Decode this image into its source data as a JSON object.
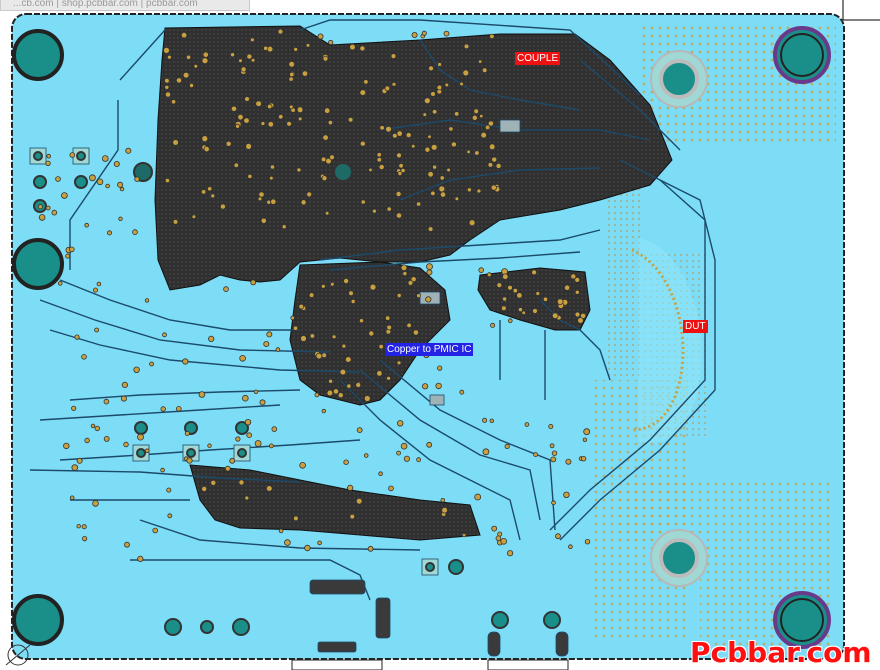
{
  "viewer": {
    "tooltip_text": "...cb.com | shop.pcbbar.com | pcbbar.com"
  },
  "board": {
    "labels": {
      "couple": "COUPLE",
      "dut": "DUT",
      "copper_note": "Copper to PMIC IC"
    },
    "colors": {
      "board_fill": "#7ddcf6",
      "copper_pour": "#2c2c2c",
      "pad_cyan": "#1a8f8a",
      "via_gold": "#c8a040",
      "keepout_red": "#ee1111",
      "note_blue": "#2323e6"
    }
  },
  "watermark": {
    "text": "Pcbbar.com"
  }
}
